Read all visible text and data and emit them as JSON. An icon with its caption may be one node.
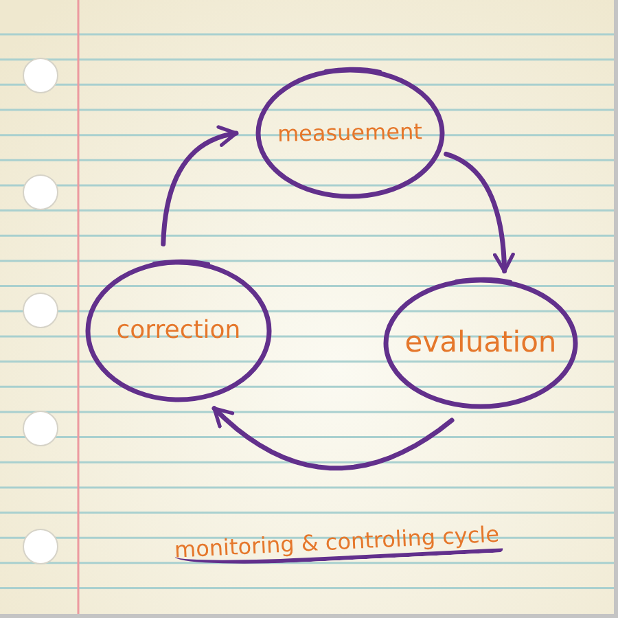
{
  "diagram": {
    "title": "monitoring & controling cycle",
    "nodes": [
      {
        "text": [
          "measuement"
        ]
      },
      {
        "text": [
          "evaluation"
        ]
      },
      {
        "text": [
          "correction"
        ]
      }
    ],
    "edges": [
      {
        "from": 0,
        "to": 1,
        "arrow": "to"
      },
      {
        "from": 1,
        "to": 2,
        "arrow": "to"
      },
      {
        "from": 2,
        "to": 0,
        "arrow": "to"
      }
    ]
  }
}
